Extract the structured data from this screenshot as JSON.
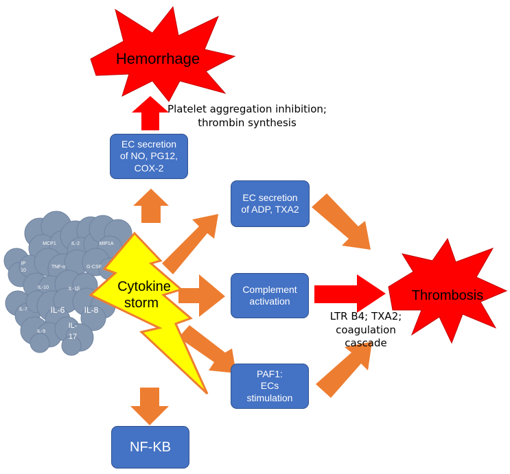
{
  "bursts": {
    "hemorrhage": "Hemorrhage",
    "thrombosis": "Thrombosis"
  },
  "boxes": {
    "ec_secretion_no": "EC secretion\nof NO, PG12,\nCOX-2",
    "ec_secretion_adp": "EC secretion\nof ADP, TXA2",
    "complement": "Complement\nactivation",
    "paf1": "PAF1:\nECs\nstimulation",
    "nfkb": "NF-KB"
  },
  "notes": {
    "platelet": "Platelet aggregation inhibition;\nthrombin synthesis",
    "ltr": "LTR B4; TXA2;\ncoagulation cascade"
  },
  "storm": {
    "line1": "Cytokine",
    "line2": "storm"
  },
  "cytokines": {
    "mcp1": "MCP1",
    "il2": "IL-2",
    "mip1a": "MIP1A",
    "ip10_a": "IP",
    "ip10_b": "10",
    "tnfa": "TNF-α",
    "gcsf": "G-CSF",
    "il10": "IL-10",
    "il1b": "IL-1β",
    "il7": "IL-7",
    "il6": "IL-6",
    "il8": "IL-8",
    "il9": "IL-9",
    "il17_a": "IL-",
    "il17_b": "17"
  },
  "colors": {
    "box_fill": "#4472c4",
    "orange_arrow": "#ed7d31",
    "red": "#ff0000",
    "cloud": "#8497b0",
    "storm_fill": "#ffff00"
  }
}
